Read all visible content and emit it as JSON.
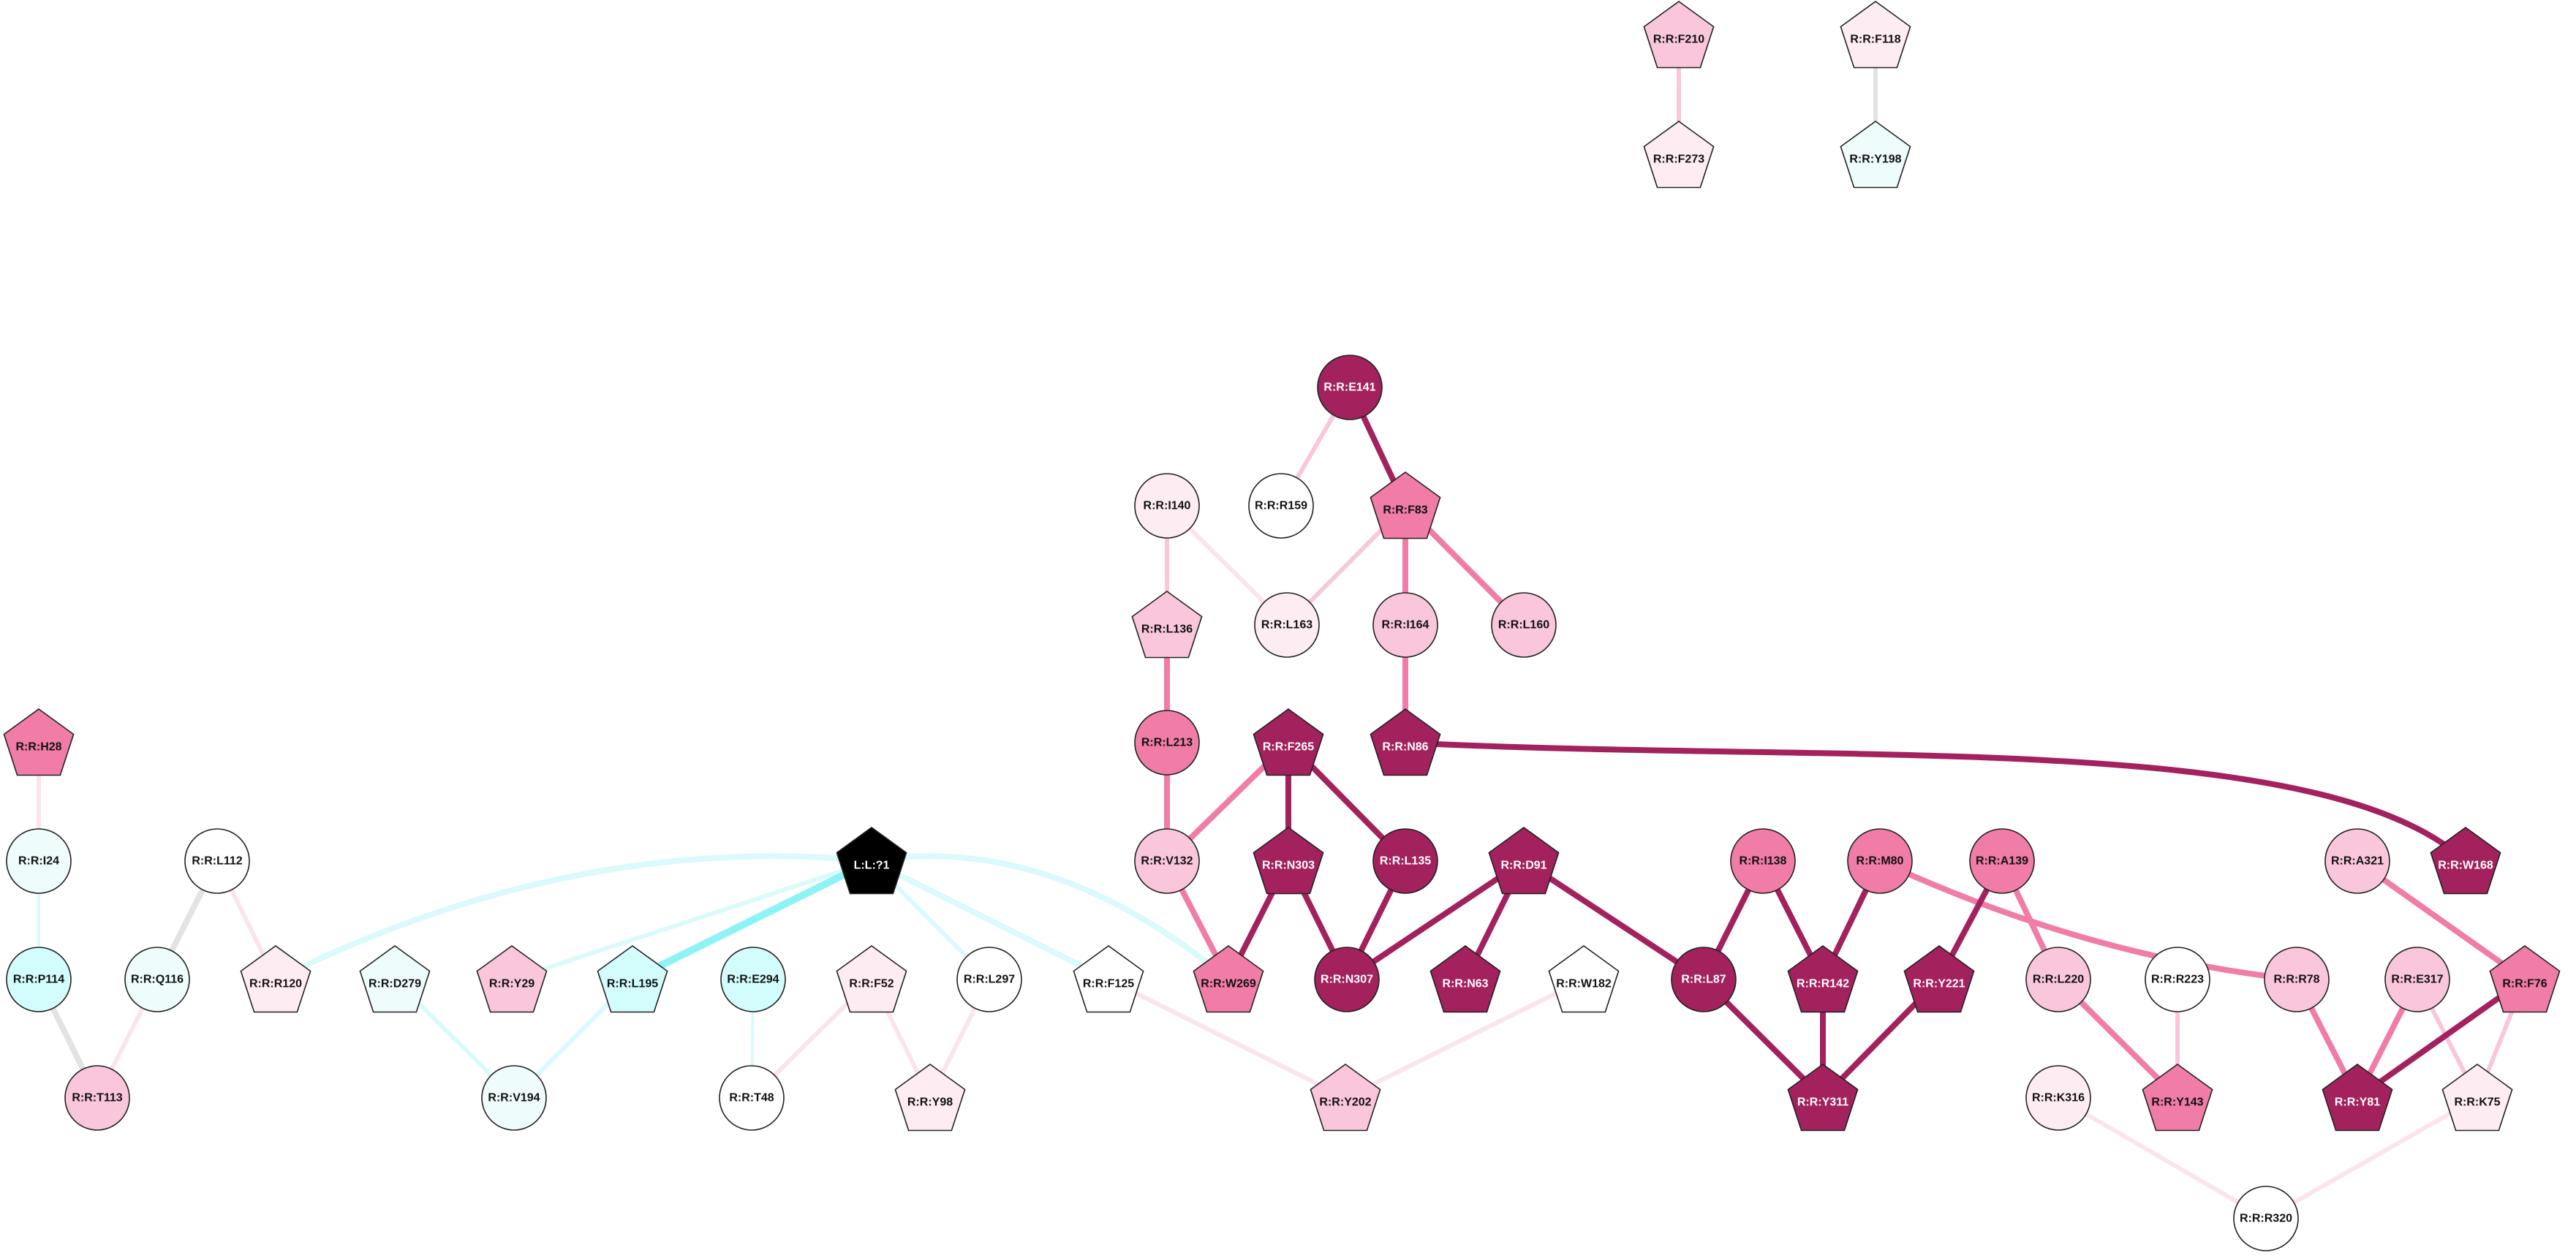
{
  "colors": {
    "white": "#ffffff",
    "blush": "#fdedf2",
    "pink": "#f9c6dc",
    "rose": "#f07ca7",
    "plum": "#a3215d",
    "ice": "#eefcfc",
    "aqua": "#d3fcfc",
    "black": "#000000",
    "edge_gray": "#e3e3e3",
    "edge_aqua": "#8ef3f6",
    "edge_pale_aqua": "#dbfafb",
    "edge_pale_pink": "#fbe4ec"
  },
  "nodes": [
    {
      "id": "F210",
      "label": "R:R:F210",
      "shape": "pentagon",
      "fill": "pink"
    },
    {
      "id": "F273",
      "label": "R:R:F273",
      "shape": "pentagon",
      "fill": "blush"
    },
    {
      "id": "F118",
      "label": "R:R:F118",
      "shape": "pentagon",
      "fill": "blush"
    },
    {
      "id": "Y198",
      "label": "R:R:Y198",
      "shape": "pentagon",
      "fill": "ice"
    },
    {
      "id": "E141",
      "label": "R:R:E141",
      "shape": "circle",
      "fill": "plum"
    },
    {
      "id": "I140",
      "label": "R:R:I140",
      "shape": "circle",
      "fill": "blush"
    },
    {
      "id": "R159",
      "label": "R:R:R159",
      "shape": "circle",
      "fill": "white"
    },
    {
      "id": "F83",
      "label": "R:R:F83",
      "shape": "pentagon",
      "fill": "rose"
    },
    {
      "id": "L136",
      "label": "R:R:L136",
      "shape": "pentagon",
      "fill": "pink"
    },
    {
      "id": "L163",
      "label": "R:R:L163",
      "shape": "circle",
      "fill": "blush"
    },
    {
      "id": "I164",
      "label": "R:R:I164",
      "shape": "circle",
      "fill": "pink"
    },
    {
      "id": "L160",
      "label": "R:R:L160",
      "shape": "circle",
      "fill": "pink"
    },
    {
      "id": "H28",
      "label": "R:R:H28",
      "shape": "pentagon",
      "fill": "rose"
    },
    {
      "id": "L213",
      "label": "R:R:L213",
      "shape": "circle",
      "fill": "rose"
    },
    {
      "id": "F265",
      "label": "R:R:F265",
      "shape": "pentagon",
      "fill": "plum"
    },
    {
      "id": "N86",
      "label": "R:R:N86",
      "shape": "pentagon",
      "fill": "plum"
    },
    {
      "id": "I24",
      "label": "R:R:I24",
      "shape": "circle",
      "fill": "ice"
    },
    {
      "id": "L112",
      "label": "R:R:L112",
      "shape": "circle",
      "fill": "white"
    },
    {
      "id": "LIG",
      "label": "L:L:?1",
      "shape": "pentagon",
      "fill": "black"
    },
    {
      "id": "V132",
      "label": "R:R:V132",
      "shape": "circle",
      "fill": "pink"
    },
    {
      "id": "N303",
      "label": "R:R:N303",
      "shape": "pentagon",
      "fill": "plum"
    },
    {
      "id": "L135",
      "label": "R:R:L135",
      "shape": "circle",
      "fill": "plum"
    },
    {
      "id": "D91",
      "label": "R:R:D91",
      "shape": "pentagon",
      "fill": "plum"
    },
    {
      "id": "I138",
      "label": "R:R:I138",
      "shape": "circle",
      "fill": "rose"
    },
    {
      "id": "M80",
      "label": "R:R:M80",
      "shape": "circle",
      "fill": "rose"
    },
    {
      "id": "A139",
      "label": "R:R:A139",
      "shape": "circle",
      "fill": "rose"
    },
    {
      "id": "A321",
      "label": "R:R:A321",
      "shape": "circle",
      "fill": "pink"
    },
    {
      "id": "W168",
      "label": "R:R:W168",
      "shape": "pentagon",
      "fill": "plum"
    },
    {
      "id": "P114",
      "label": "R:R:P114",
      "shape": "circle",
      "fill": "aqua"
    },
    {
      "id": "Q116",
      "label": "R:R:Q116",
      "shape": "circle",
      "fill": "ice"
    },
    {
      "id": "R120",
      "label": "R:R:R120",
      "shape": "pentagon",
      "fill": "blush"
    },
    {
      "id": "D279",
      "label": "R:R:D279",
      "shape": "pentagon",
      "fill": "ice"
    },
    {
      "id": "Y29",
      "label": "R:R:Y29",
      "shape": "pentagon",
      "fill": "pink"
    },
    {
      "id": "L195",
      "label": "R:R:L195",
      "shape": "pentagon",
      "fill": "aqua"
    },
    {
      "id": "E294",
      "label": "R:R:E294",
      "shape": "circle",
      "fill": "aqua"
    },
    {
      "id": "F52",
      "label": "R:R:F52",
      "shape": "pentagon",
      "fill": "blush"
    },
    {
      "id": "L297",
      "label": "R:R:L297",
      "shape": "circle",
      "fill": "white"
    },
    {
      "id": "F125",
      "label": "R:R:F125",
      "shape": "pentagon",
      "fill": "white"
    },
    {
      "id": "W269",
      "label": "R:R:W269",
      "shape": "pentagon",
      "fill": "rose"
    },
    {
      "id": "N307",
      "label": "R:R:N307",
      "shape": "circle",
      "fill": "plum"
    },
    {
      "id": "N63",
      "label": "R:R:N63",
      "shape": "pentagon",
      "fill": "plum"
    },
    {
      "id": "W182",
      "label": "R:R:W182",
      "shape": "pentagon",
      "fill": "white"
    },
    {
      "id": "L87",
      "label": "R:R:L87",
      "shape": "circle",
      "fill": "plum"
    },
    {
      "id": "R142",
      "label": "R:R:R142",
      "shape": "pentagon",
      "fill": "plum"
    },
    {
      "id": "Y221",
      "label": "R:R:Y221",
      "shape": "pentagon",
      "fill": "plum"
    },
    {
      "id": "L220",
      "label": "R:R:L220",
      "shape": "circle",
      "fill": "pink"
    },
    {
      "id": "R223",
      "label": "R:R:R223",
      "shape": "circle",
      "fill": "white"
    },
    {
      "id": "R78",
      "label": "R:R:R78",
      "shape": "circle",
      "fill": "pink"
    },
    {
      "id": "E317",
      "label": "R:R:E317",
      "shape": "circle",
      "fill": "pink"
    },
    {
      "id": "F76",
      "label": "R:R:F76",
      "shape": "pentagon",
      "fill": "rose"
    },
    {
      "id": "T113",
      "label": "R:R:T113",
      "shape": "circle",
      "fill": "pink"
    },
    {
      "id": "V194",
      "label": "R:R:V194",
      "shape": "circle",
      "fill": "ice"
    },
    {
      "id": "T48",
      "label": "R:R:T48",
      "shape": "circle",
      "fill": "white"
    },
    {
      "id": "Y98",
      "label": "R:R:Y98",
      "shape": "pentagon",
      "fill": "blush"
    },
    {
      "id": "Y202",
      "label": "R:R:Y202",
      "shape": "pentagon",
      "fill": "pink"
    },
    {
      "id": "Y311",
      "label": "R:R:Y311",
      "shape": "pentagon",
      "fill": "plum"
    },
    {
      "id": "K316",
      "label": "R:R:K316",
      "shape": "circle",
      "fill": "blush"
    },
    {
      "id": "Y143",
      "label": "R:R:Y143",
      "shape": "pentagon",
      "fill": "rose"
    },
    {
      "id": "Y81",
      "label": "R:R:Y81",
      "shape": "pentagon",
      "fill": "plum"
    },
    {
      "id": "K75",
      "label": "R:R:K75",
      "shape": "pentagon",
      "fill": "blush"
    },
    {
      "id": "R320",
      "label": "R:R:R320",
      "shape": "circle",
      "fill": "white"
    }
  ],
  "edges": [
    {
      "source": "F210",
      "target": "F273",
      "color": "pink",
      "strength": 2
    },
    {
      "source": "F118",
      "target": "Y198",
      "color": "edge_gray",
      "strength": 2
    },
    {
      "source": "E141",
      "target": "R159",
      "color": "pink",
      "strength": 2
    },
    {
      "source": "E141",
      "target": "F83",
      "color": "plum",
      "strength": 3
    },
    {
      "source": "I140",
      "target": "L163",
      "color": "edge_pale_pink",
      "strength": 2
    },
    {
      "source": "I140",
      "target": "L136",
      "color": "pink",
      "strength": 2
    },
    {
      "source": "F83",
      "target": "L163",
      "color": "pink",
      "strength": 2
    },
    {
      "source": "F83",
      "target": "I164",
      "color": "rose",
      "strength": 3
    },
    {
      "source": "F83",
      "target": "L160",
      "color": "rose",
      "strength": 3
    },
    {
      "source": "L136",
      "target": "L213",
      "color": "rose",
      "strength": 3
    },
    {
      "source": "I164",
      "target": "N86",
      "color": "rose",
      "strength": 3
    },
    {
      "source": "N86",
      "target": "W168",
      "color": "plum",
      "strength": 3,
      "curve": "arc"
    },
    {
      "source": "H28",
      "target": "I24",
      "color": "edge_pale_pink",
      "strength": 2
    },
    {
      "source": "I24",
      "target": "P114",
      "color": "edge_pale_aqua",
      "strength": 1
    },
    {
      "source": "P114",
      "target": "T113",
      "color": "edge_gray",
      "strength": 3
    },
    {
      "source": "L112",
      "target": "Q116",
      "color": "edge_gray",
      "strength": 3
    },
    {
      "source": "L112",
      "target": "R120",
      "color": "edge_pale_pink",
      "strength": 2
    },
    {
      "source": "Q116",
      "target": "T113",
      "color": "edge_pale_pink",
      "strength": 2
    },
    {
      "source": "LIG",
      "target": "R120",
      "color": "edge_pale_aqua",
      "strength": 3,
      "curve": "up"
    },
    {
      "source": "LIG",
      "target": "Y29",
      "color": "edge_pale_aqua",
      "strength": 2
    },
    {
      "source": "LIG",
      "target": "L195",
      "color": "edge_aqua",
      "strength": 4
    },
    {
      "source": "LIG",
      "target": "L297",
      "color": "edge_pale_aqua",
      "strength": 2
    },
    {
      "source": "LIG",
      "target": "F125",
      "color": "edge_pale_aqua",
      "strength": 3
    },
    {
      "source": "LIG",
      "target": "W269",
      "color": "edge_pale_aqua",
      "strength": 3,
      "curve": "up"
    },
    {
      "source": "D279",
      "target": "V194",
      "color": "edge_pale_aqua",
      "strength": 2
    },
    {
      "source": "L195",
      "target": "V194",
      "color": "edge_pale_aqua",
      "strength": 2
    },
    {
      "source": "E294",
      "target": "T48",
      "color": "edge_pale_aqua",
      "strength": 1
    },
    {
      "source": "F52",
      "target": "T48",
      "color": "edge_pale_pink",
      "strength": 2
    },
    {
      "source": "F52",
      "target": "Y98",
      "color": "edge_pale_pink",
      "strength": 2
    },
    {
      "source": "L297",
      "target": "Y98",
      "color": "edge_pale_pink",
      "strength": 2
    },
    {
      "source": "F125",
      "target": "Y202",
      "color": "edge_pale_pink",
      "strength": 2
    },
    {
      "source": "W182",
      "target": "Y202",
      "color": "edge_pale_pink",
      "strength": 2
    },
    {
      "source": "L213",
      "target": "V132",
      "color": "rose",
      "strength": 3
    },
    {
      "source": "F265",
      "target": "V132",
      "color": "rose",
      "strength": 3
    },
    {
      "source": "F265",
      "target": "N303",
      "color": "plum",
      "strength": 3
    },
    {
      "source": "F265",
      "target": "L135",
      "color": "plum",
      "strength": 3
    },
    {
      "source": "V132",
      "target": "W269",
      "color": "rose",
      "strength": 3
    },
    {
      "source": "N303",
      "target": "W269",
      "color": "plum",
      "strength": 3
    },
    {
      "source": "N303",
      "target": "N307",
      "color": "plum",
      "strength": 3
    },
    {
      "source": "L135",
      "target": "N307",
      "color": "plum",
      "strength": 3
    },
    {
      "source": "D91",
      "target": "N307",
      "color": "plum",
      "strength": 3
    },
    {
      "source": "D91",
      "target": "N63",
      "color": "plum",
      "strength": 3
    },
    {
      "source": "D91",
      "target": "L87",
      "color": "plum",
      "strength": 3
    },
    {
      "source": "I138",
      "target": "L87",
      "color": "plum",
      "strength": 3
    },
    {
      "source": "I138",
      "target": "R142",
      "color": "plum",
      "strength": 3
    },
    {
      "source": "M80",
      "target": "R142",
      "color": "plum",
      "strength": 3
    },
    {
      "source": "M80",
      "target": "R78",
      "color": "rose",
      "strength": 3,
      "curve": "down"
    },
    {
      "source": "L87",
      "target": "Y311",
      "color": "plum",
      "strength": 3
    },
    {
      "source": "R142",
      "target": "Y311",
      "color": "plum",
      "strength": 3
    },
    {
      "source": "Y221",
      "target": "Y311",
      "color": "plum",
      "strength": 3
    },
    {
      "source": "A139",
      "target": "Y221",
      "color": "plum",
      "strength": 3
    },
    {
      "source": "A139",
      "target": "L220",
      "color": "rose",
      "strength": 3
    },
    {
      "source": "L220",
      "target": "Y143",
      "color": "rose",
      "strength": 3
    },
    {
      "source": "R223",
      "target": "Y143",
      "color": "pink",
      "strength": 2
    },
    {
      "source": "R78",
      "target": "Y81",
      "color": "rose",
      "strength": 3
    },
    {
      "source": "E317",
      "target": "Y81",
      "color": "rose",
      "strength": 3
    },
    {
      "source": "E317",
      "target": "K75",
      "color": "pink",
      "strength": 2
    },
    {
      "source": "A321",
      "target": "F76",
      "color": "rose",
      "strength": 3
    },
    {
      "source": "F76",
      "target": "Y81",
      "color": "plum",
      "strength": 3
    },
    {
      "source": "F76",
      "target": "K75",
      "color": "pink",
      "strength": 2
    },
    {
      "source": "K316",
      "target": "R320",
      "color": "edge_pale_pink",
      "strength": 2
    },
    {
      "source": "K75",
      "target": "R320",
      "color": "edge_pale_pink",
      "strength": 2
    }
  ]
}
